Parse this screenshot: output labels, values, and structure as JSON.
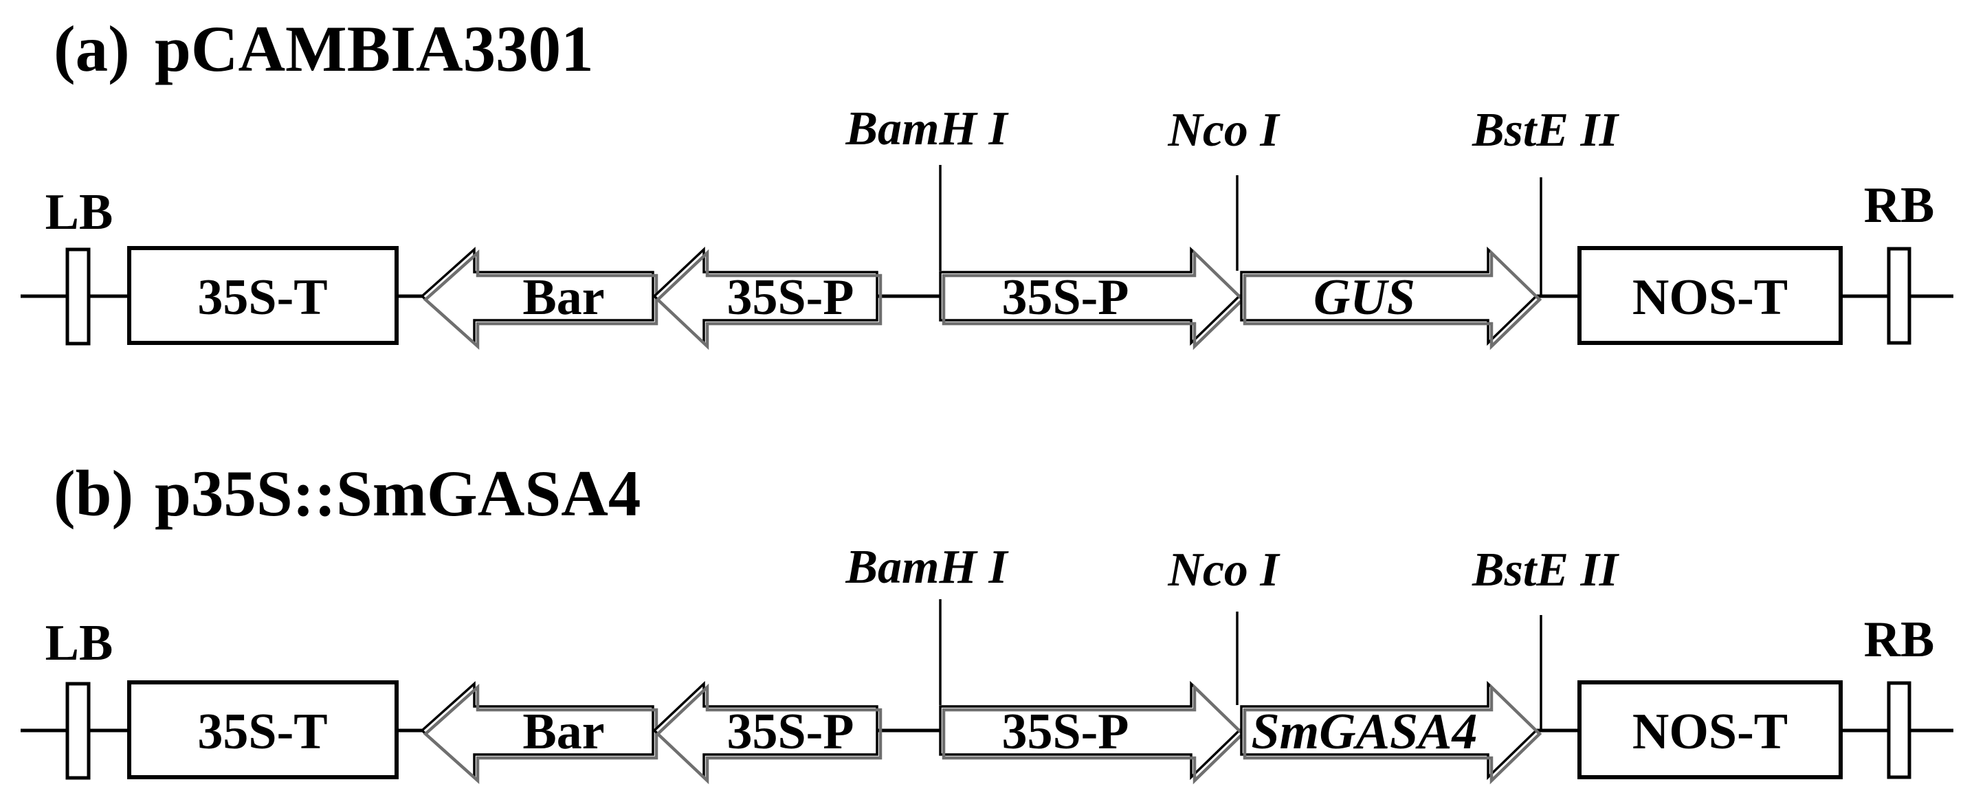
{
  "figure": {
    "colors": {
      "ink": "#000000",
      "paper": "#ffffff",
      "arrow_shadow": "#6f6f6f"
    },
    "constructs": [
      {
        "panel": "(a)",
        "title": "pCAMBIA3301",
        "left_border": "LB",
        "right_border": "RB",
        "restriction_sites": [
          {
            "name": "BamH I"
          },
          {
            "name": "Nco I"
          },
          {
            "name": "BstE II"
          }
        ],
        "elements": {
          "terminator_35s": "35S-T",
          "bar_gene": "Bar",
          "promoter_35s_reverse": "35S-P",
          "promoter_35s_forward": "35S-P",
          "gene": "GUS",
          "terminator_nos": "NOS-T"
        }
      },
      {
        "panel": "(b)",
        "title": "p35S::SmGASA4",
        "left_border": "LB",
        "right_border": "RB",
        "restriction_sites": [
          {
            "name": "BamH I"
          },
          {
            "name": "Nco I"
          },
          {
            "name": "BstE II"
          }
        ],
        "elements": {
          "terminator_35s": "35S-T",
          "bar_gene": "Bar",
          "promoter_35s_reverse": "35S-P",
          "promoter_35s_forward": "35S-P",
          "gene": "SmGASA4",
          "terminator_nos": "NOS-T"
        }
      }
    ]
  }
}
